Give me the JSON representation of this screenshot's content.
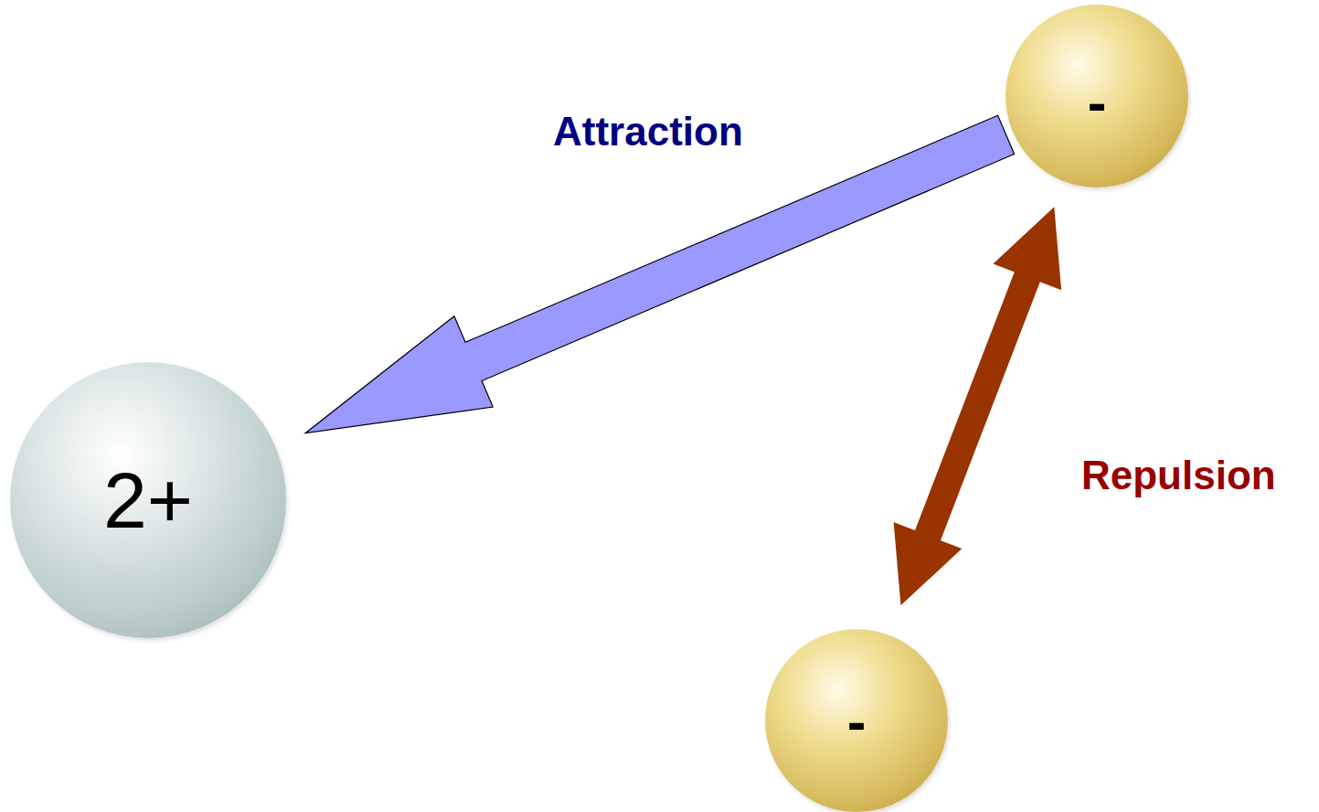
{
  "diagram": {
    "nodes": [
      {
        "text": [
          "-"
        ]
      },
      {
        "text": [
          "2+"
        ]
      },
      {
        "text": [
          "-"
        ]
      }
    ],
    "edges": [
      {
        "from": 0,
        "to": 1,
        "arrow": "to",
        "label": "Attraction"
      },
      {
        "from": 0,
        "to": 2,
        "arrow": "both",
        "label": "Repulsion"
      }
    ]
  }
}
